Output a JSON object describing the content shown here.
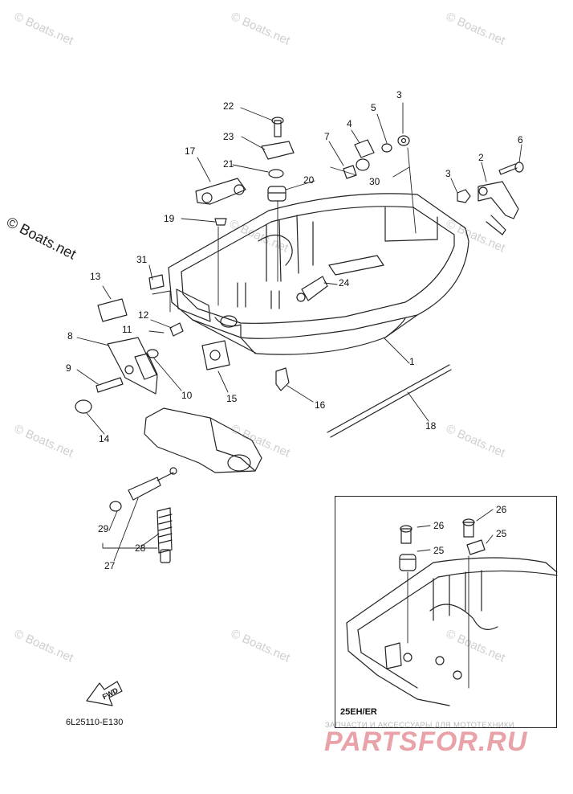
{
  "watermark": "© Boats.net",
  "callouts": {
    "c1": "1",
    "c2": "2",
    "c3a": "3",
    "c3b": "3",
    "c4": "4",
    "c5": "5",
    "c6": "6",
    "c7": "7",
    "c8": "8",
    "c9": "9",
    "c10": "10",
    "c11": "11",
    "c12": "12",
    "c13": "13",
    "c14": "14",
    "c15": "15",
    "c16": "16",
    "c17": "17",
    "c18": "18",
    "c19": "19",
    "c20": "20",
    "c21": "21",
    "c22": "22",
    "c23": "23",
    "c24": "24",
    "c25a": "25",
    "c25b": "25",
    "c26a": "26",
    "c26b": "26",
    "c27": "27",
    "c28": "28",
    "c29": "29",
    "c30": "30",
    "c31": "31"
  },
  "inset_label": "25EH/ER",
  "drawing_code": "6L25110-E130",
  "fwd_label": "FWD",
  "ad_subtitle": "ЗАПЧАСТИ И АКСЕССУАРЫ ДЛЯ МОТОТЕХНИКИ",
  "ad_brand": "PARTSFOR.RU"
}
